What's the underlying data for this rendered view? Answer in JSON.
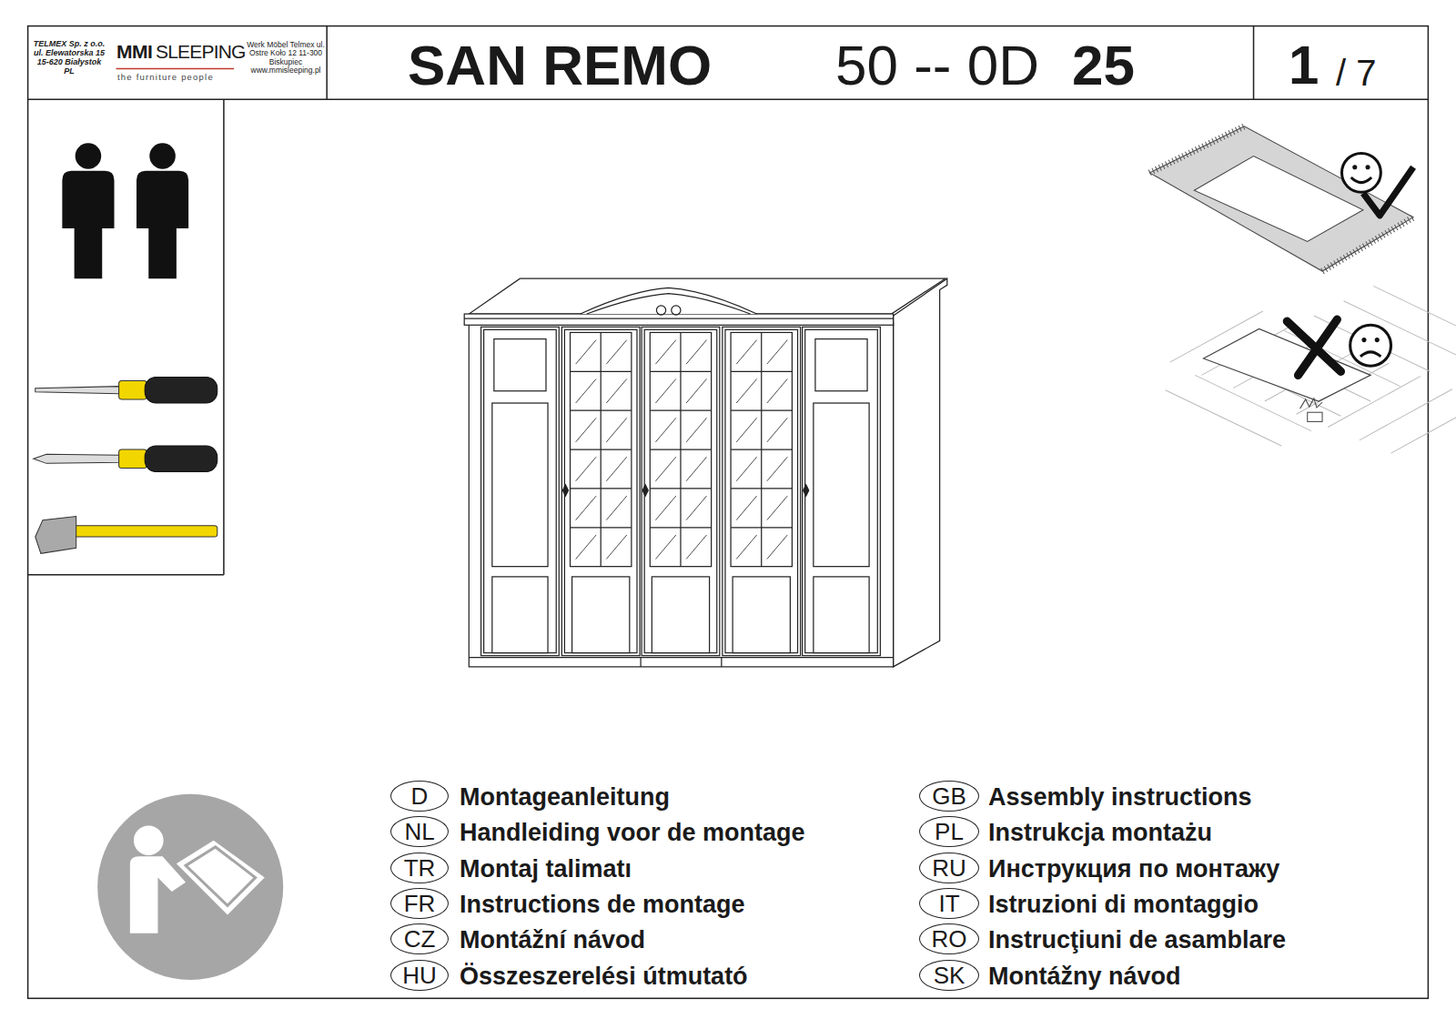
{
  "diagram": {
    "nodes": [
      {
        "text": [
          "TELMEX Sp. z o.o. ul. Elewatorska 15 15-620 Białystok PL",
          "MMI",
          "SLEEPING",
          "the furniture people",
          "Werk Möbel Telmex ul. Ostre Koło 12 11-300 Biskupiec www.mmisleeping.pl"
        ]
      },
      {
        "text": [
          "SAN REMO",
          "50 -- 0D",
          "25"
        ]
      },
      {
        "text": [
          "1",
          "/ 7"
        ]
      },
      {
        "text": [
          "D"
        ]
      },
      {
        "text": [
          "GB"
        ]
      },
      {
        "text": [
          "NL"
        ]
      },
      {
        "text": [
          "PL"
        ]
      },
      {
        "text": [
          "TR"
        ]
      },
      {
        "text": [
          "RU"
        ]
      },
      {
        "text": [
          "FR"
        ]
      },
      {
        "text": [
          "IT"
        ]
      },
      {
        "text": [
          "CZ"
        ]
      },
      {
        "text": [
          "RO"
        ]
      },
      {
        "text": [
          "HU"
        ]
      },
      {
        "text": [
          "SK"
        ]
      }
    ],
    "labels": [
      "Montageanleitung",
      "Assembly instructions",
      "Handleiding voor de montage",
      "Instrukcja montażu",
      "Montaj talimatı",
      "Инструкция по монтажу",
      "Instructions de montage",
      "Istruzioni di montaggio",
      "Montážní návod",
      "Instrucţiuni de asamblare",
      "Összeszerelési útmutató",
      "Montážny návod"
    ]
  }
}
